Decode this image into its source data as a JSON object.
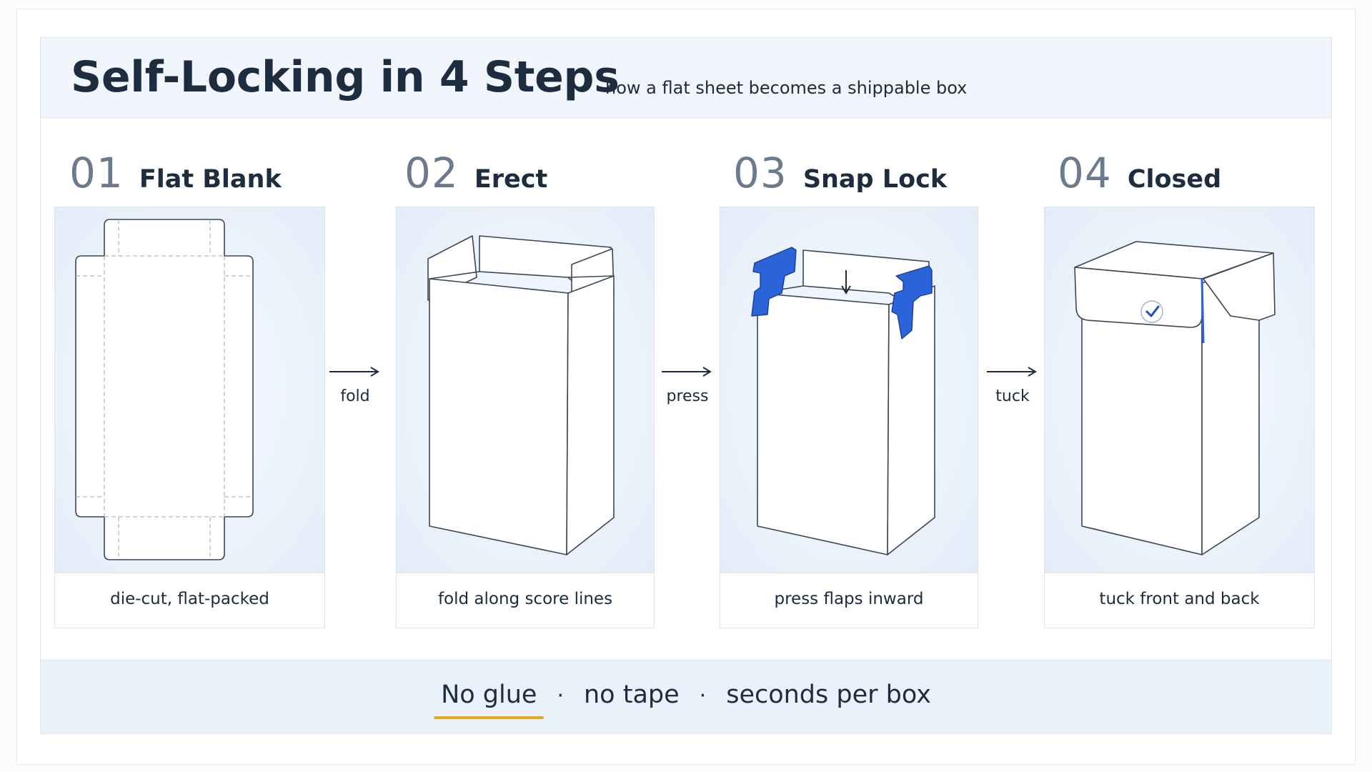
{
  "header": {
    "title": "Self-Locking in 4 Steps",
    "subtitle": "how a flat sheet becomes a shippable box"
  },
  "steps": [
    {
      "number": "01",
      "name": "Flat Blank",
      "caption": "die-cut, flat-packed",
      "art_icon": "flat-blank-dieline"
    },
    {
      "number": "02",
      "name": "Erect",
      "caption": "fold along score lines",
      "art_icon": "erected-box"
    },
    {
      "number": "03",
      "name": "Snap Lock",
      "caption": "press flaps inward",
      "art_icon": "snap-lock-box"
    },
    {
      "number": "04",
      "name": "Closed",
      "caption": "tuck front and back",
      "art_icon": "closed-box"
    }
  ],
  "connectors": [
    {
      "label": "fold"
    },
    {
      "label": "press"
    },
    {
      "label": "tuck"
    }
  ],
  "footer": {
    "items": [
      "No glue",
      "no tape",
      "seconds per box"
    ],
    "separator": "·"
  },
  "colors": {
    "accent_blue": "#2b63d9",
    "highlight_underline": "#e8a91e",
    "panel_tint": "#eaf1fb",
    "line": "#3a4656"
  }
}
